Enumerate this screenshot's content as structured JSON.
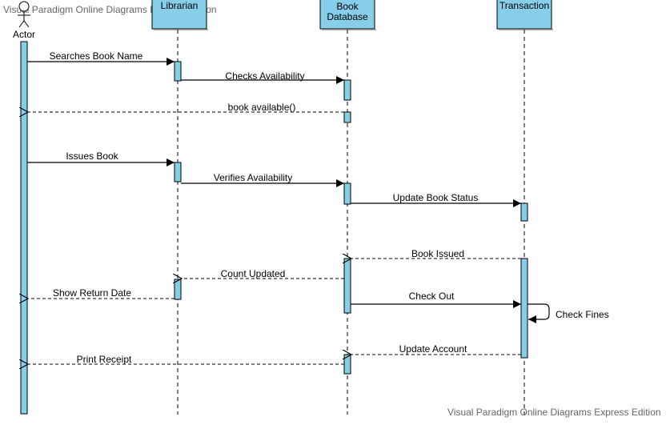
{
  "watermark": {
    "top": "Visual Paradigm Online Diagrams Express Edition",
    "bottom": "Visual Paradigm Online Diagrams Express Edition"
  },
  "colors": {
    "lifeline_box": "#87CEEB",
    "activation": "#87CEEB",
    "line": "#000000",
    "watermark": "#666666"
  },
  "participants": {
    "actor": "Actor",
    "librarian": "Librarian",
    "database_line1": "Book",
    "database_line2": "Database",
    "transaction": "Transaction"
  },
  "messages": [
    {
      "label": "Searches Book Name",
      "type": "sync"
    },
    {
      "label": "Checks Availability",
      "type": "sync"
    },
    {
      "label": "book available()",
      "type": "return"
    },
    {
      "label": "Issues Book",
      "type": "sync"
    },
    {
      "label": "Verifies Availability",
      "type": "sync"
    },
    {
      "label": "Update Book Status",
      "type": "sync"
    },
    {
      "label": "Book Issued",
      "type": "return"
    },
    {
      "label": "Count Updated",
      "type": "return"
    },
    {
      "label": "Show Return Date",
      "type": "return"
    },
    {
      "label": "Check Out",
      "type": "sync"
    },
    {
      "label": "Check Fines",
      "type": "self"
    },
    {
      "label": "Update Account",
      "type": "return"
    },
    {
      "label": "Print Receipt",
      "type": "return"
    }
  ]
}
